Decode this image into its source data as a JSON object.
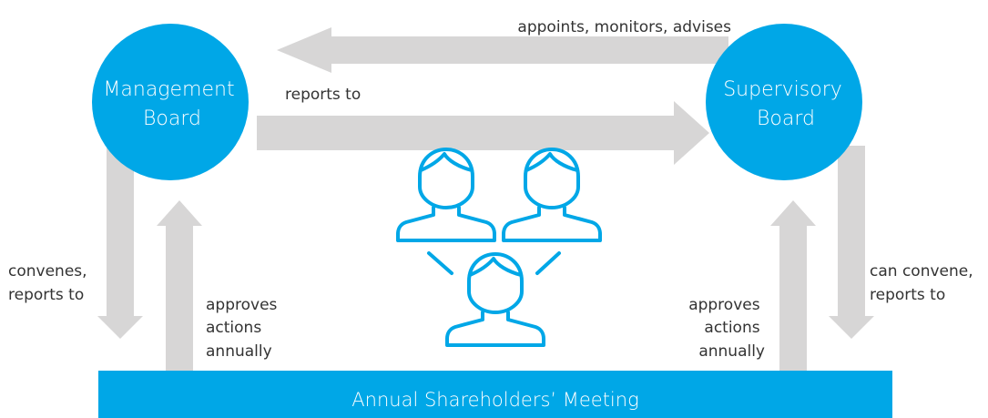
{
  "colors": {
    "node_fill": "#00a7e7",
    "arrow_fill": "#d7d6d6",
    "icon_stroke": "#00a7e7",
    "label_text": "#333333"
  },
  "nodes": {
    "management_board": [
      "Management",
      "Board"
    ],
    "supervisory_board": [
      "Supervisory",
      "Board"
    ],
    "shareholders_meeting": "Annual Shareholders’ Meeting"
  },
  "edges": {
    "supervisory_to_management": "appoints, monitors, advises",
    "management_to_supervisory": "reports to",
    "management_to_meeting": [
      "convenes,",
      "reports to"
    ],
    "meeting_to_management": [
      "approves",
      "actions",
      "annually"
    ],
    "supervisory_to_meeting": [
      "can convene,",
      "reports to"
    ],
    "meeting_to_supervisory": [
      "approves",
      "actions",
      "annually"
    ]
  },
  "icons": [
    "person-icon",
    "person-icon",
    "person-icon"
  ]
}
